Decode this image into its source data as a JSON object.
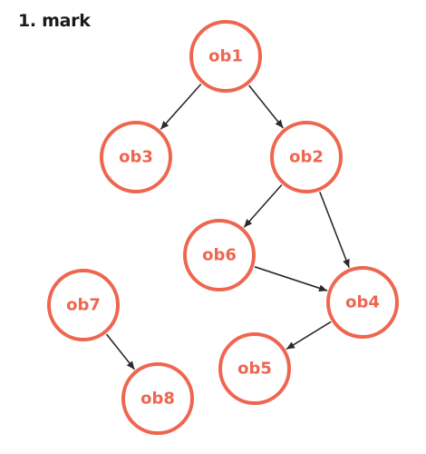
{
  "title": "1. mark",
  "colors": {
    "node_stroke": "#ee6650",
    "node_text": "#ee6650",
    "edge": "#2b2b2b",
    "title": "#1a1a1a"
  },
  "nodes": [
    {
      "id": "ob1",
      "label": "ob1"
    },
    {
      "id": "ob2",
      "label": "ob2"
    },
    {
      "id": "ob3",
      "label": "ob3"
    },
    {
      "id": "ob4",
      "label": "ob4"
    },
    {
      "id": "ob5",
      "label": "ob5"
    },
    {
      "id": "ob6",
      "label": "ob6"
    },
    {
      "id": "ob7",
      "label": "ob7"
    },
    {
      "id": "ob8",
      "label": "ob8"
    }
  ],
  "edges": [
    {
      "from": "ob1",
      "to": "ob3"
    },
    {
      "from": "ob1",
      "to": "ob2"
    },
    {
      "from": "ob2",
      "to": "ob6"
    },
    {
      "from": "ob2",
      "to": "ob4"
    },
    {
      "from": "ob6",
      "to": "ob4"
    },
    {
      "from": "ob4",
      "to": "ob5"
    },
    {
      "from": "ob7",
      "to": "ob8"
    }
  ]
}
